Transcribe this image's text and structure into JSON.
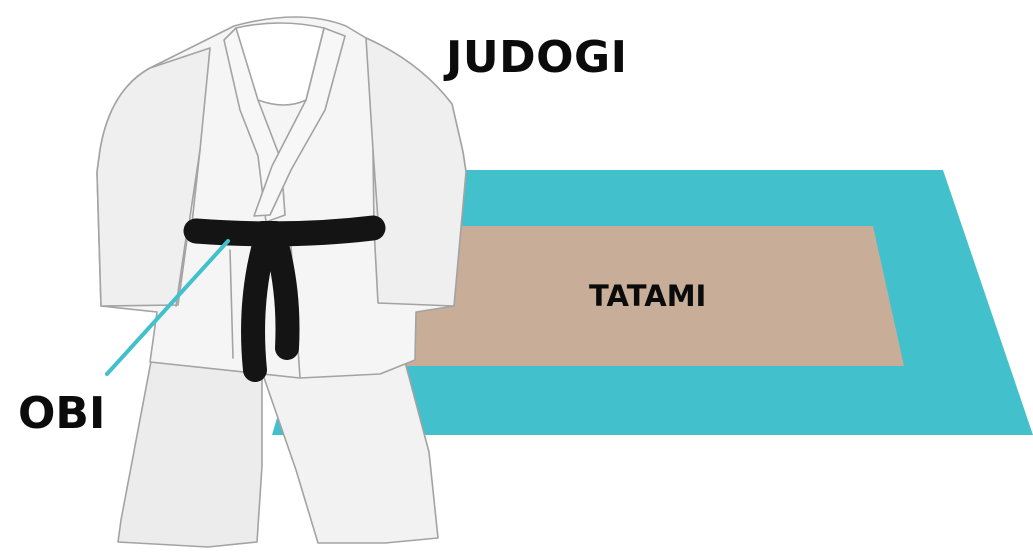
{
  "labels": {
    "judogi": "JUDOGI",
    "tatami": "TATAMI",
    "obi": "OBI"
  },
  "colors": {
    "mat_border": "#42c0cb",
    "mat_center": "#c8ae99",
    "gi_fill": "#f4f4f4",
    "gi_outline": "#a3a3a3",
    "belt": "#141414",
    "pointer_line": "#42c0cb",
    "text": "#0b0b0b"
  }
}
